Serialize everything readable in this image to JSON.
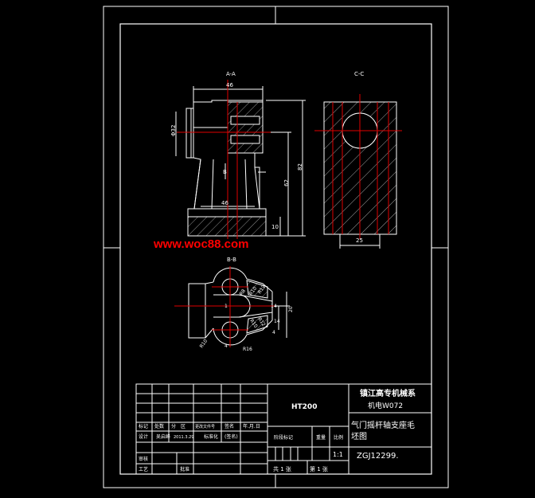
{
  "watermark": "www.woc88.com",
  "views": {
    "section_a_label": "A-A",
    "section_c_label": "C-C",
    "view_b_label": "B-B"
  },
  "dimensions": {
    "width_top": "46",
    "dia": "Φ32",
    "height_total": "82",
    "height_inner": "62",
    "base_height": "10",
    "mid_width": "46",
    "mark_b": "B",
    "section_width": "25",
    "r1": "R8",
    "r2": "R10",
    "r3": "R12",
    "r4": "R10",
    "r5": "R12",
    "r6": "R10",
    "v1": "14",
    "v2": "14",
    "v3": "4",
    "v4": "20",
    "bot": "R16",
    "tiny1": "1",
    "tiny2": "4"
  },
  "title_block": {
    "material": "HT200",
    "school_line1": "镇江高专机械系",
    "school_line2": "机电W072",
    "part_name_line1": "气门摇杆轴支座毛",
    "part_name_line2": "坯图",
    "drawing_no": "ZGJ12299.",
    "scale": "1:1",
    "hdr_mark": "标记",
    "hdr_count": "处数",
    "hdr_zone": "分　区",
    "hdr_change": "更改文件号",
    "hdr_sign": "签名",
    "hdr_date": "年.月.日",
    "row_design": "设计",
    "designer": "吴启峰",
    "design_date": "2011.3.29",
    "std": "标准化",
    "std_sign": "(签名)",
    "stage_mark": "阶段标记",
    "weight": "重量",
    "ratio": "比例",
    "review": "审核",
    "process": "工艺",
    "approve": "批准",
    "sheets_total": "共 1 张",
    "sheet_no": "第 1 张"
  }
}
